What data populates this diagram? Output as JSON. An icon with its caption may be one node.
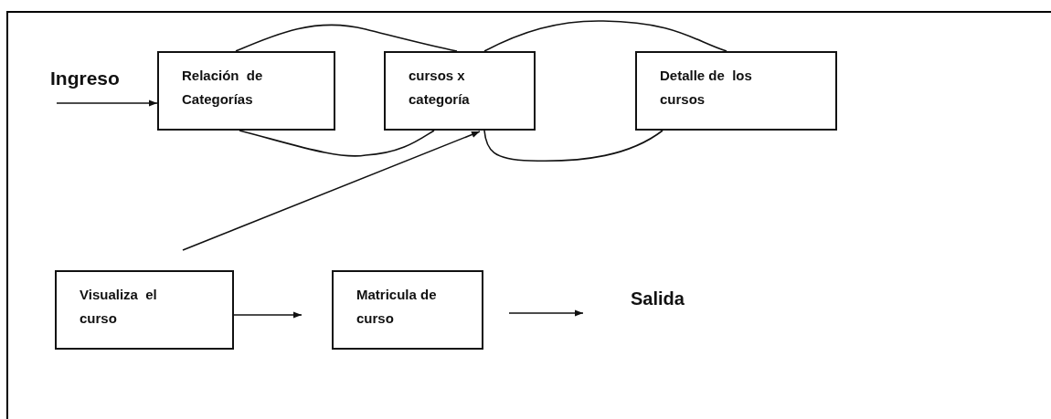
{
  "diagram": {
    "nodes": [
      {
        "text": [
          "Relación  de Categorías"
        ]
      },
      {
        "text": [
          "cursos x categoría"
        ]
      },
      {
        "text": [
          "Detalle de  los cursos"
        ]
      },
      {
        "text": [
          "Visualiza  el curso"
        ]
      },
      {
        "text": [
          "Matricula de curso"
        ]
      },
      {
        "text": [
          "Salida"
        ]
      }
    ],
    "edges": [
      {
        "from": null,
        "to": 0,
        "arrow": "to"
      },
      {
        "from": 0,
        "to": 1,
        "arrow": "none"
      },
      {
        "from": 0,
        "to": 1,
        "arrow": "none"
      },
      {
        "from": 1,
        "to": 2,
        "arrow": "none"
      },
      {
        "from": 2,
        "to": 1,
        "arrow": "none"
      },
      {
        "from": 3,
        "to": 1,
        "arrow": "to"
      },
      {
        "from": 3,
        "to": 4,
        "arrow": "to"
      },
      {
        "from": 4,
        "to": 5,
        "arrow": "to"
      }
    ],
    "labels": [
      "Ingreso"
    ]
  }
}
